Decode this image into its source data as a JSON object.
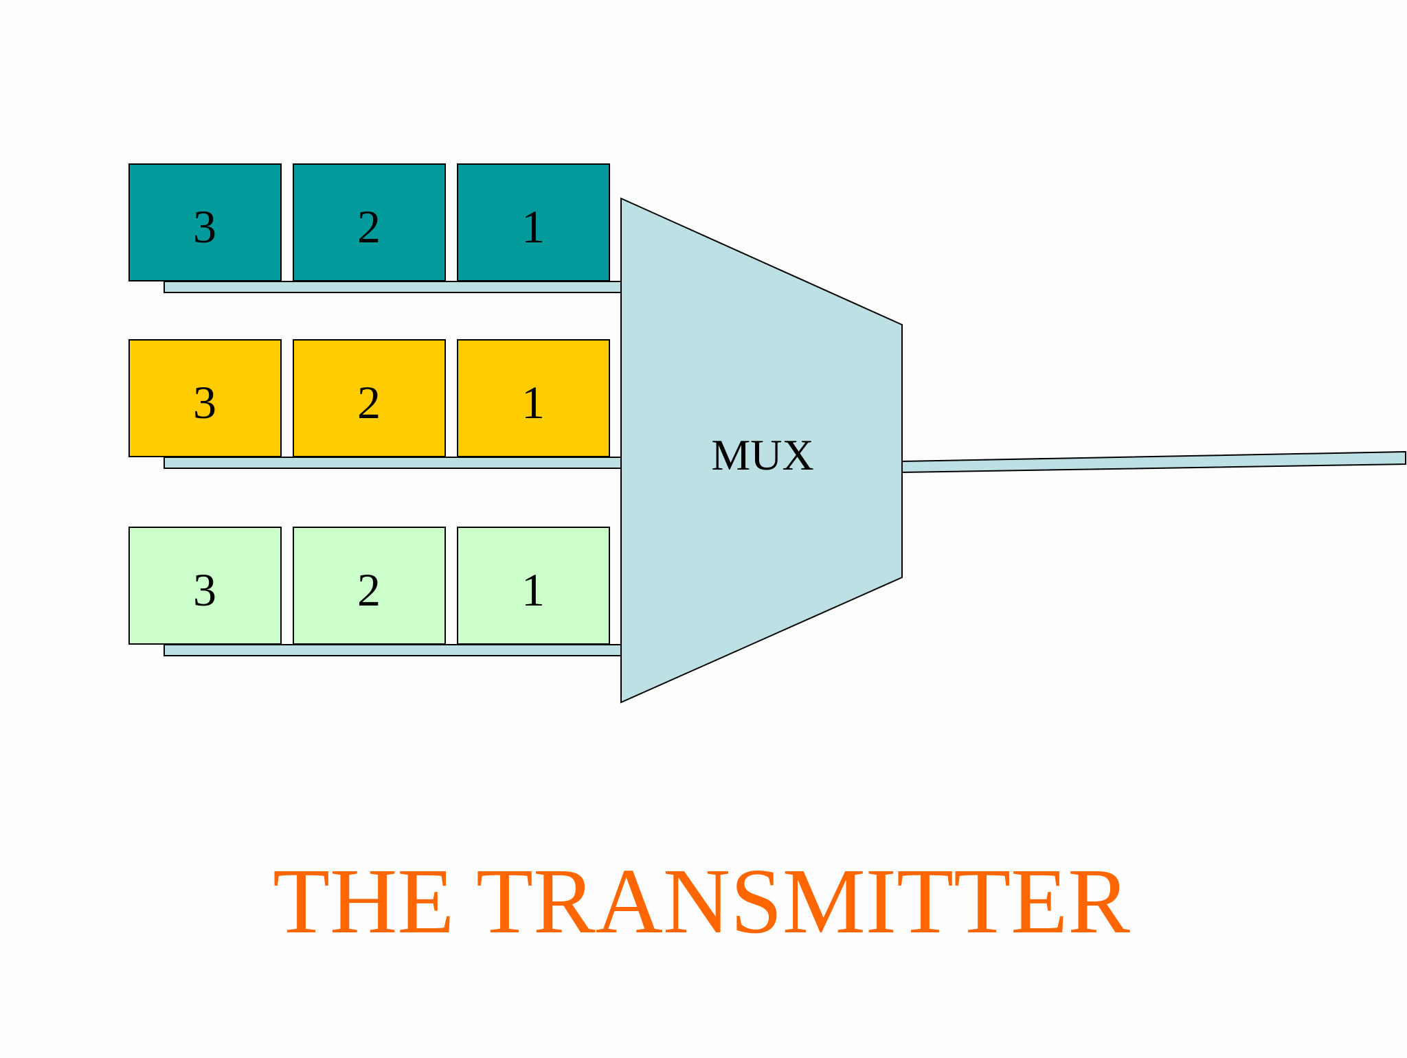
{
  "colors": {
    "background": "#fdfdfd",
    "bus": "#bde0e4",
    "mux": "#bde0e4",
    "title": "#ff6600"
  },
  "queues": [
    {
      "color": "#029a9a",
      "cells": [
        "3",
        "2",
        "1"
      ]
    },
    {
      "color": "#ffcc00",
      "cells": [
        "3",
        "2",
        "1"
      ]
    },
    {
      "color": "#ccffcc",
      "cells": [
        "3",
        "2",
        "1"
      ]
    }
  ],
  "mux": {
    "label": "MUX"
  },
  "title": "THE TRANSMITTER"
}
